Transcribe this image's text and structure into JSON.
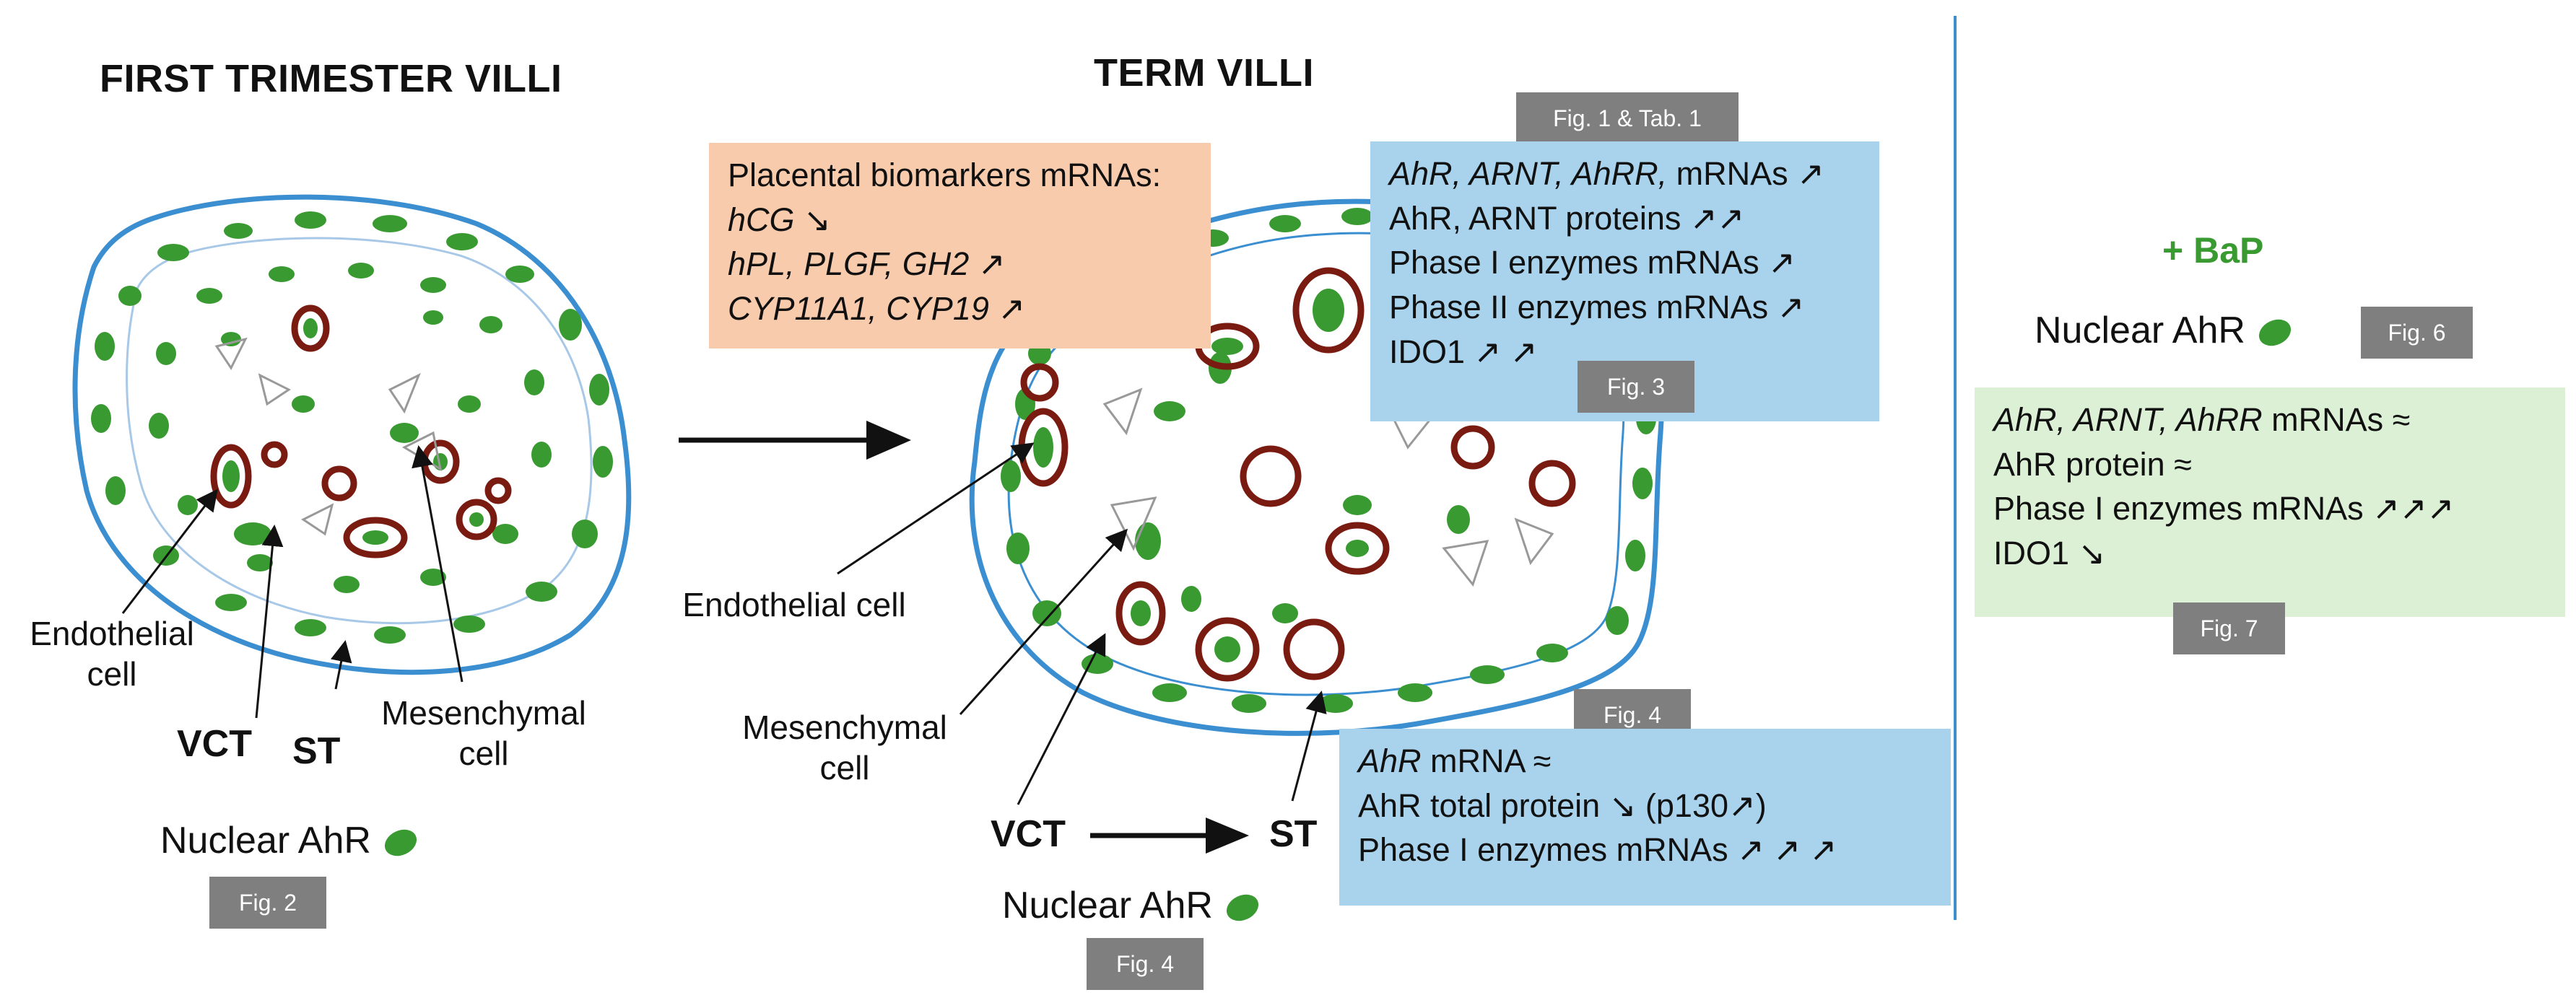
{
  "titles": {
    "first": "FIRST TRIMESTER VILLI",
    "term": "TERM VILLI",
    "bap": "+ BaP"
  },
  "first_labels": {
    "endothelial": "Endothelial cell",
    "vct": "VCT",
    "st": "ST",
    "mesenchymal": "Mesenchymal cell",
    "nuclear": "Nuclear AhR",
    "fig": "Fig. 2"
  },
  "term_labels": {
    "endothelial": "Endothelial cell",
    "mesenchymal": "Mesenchymal cell",
    "vct": "VCT",
    "st": "ST",
    "nuclear": "Nuclear AhR",
    "fig4_bottom": "Fig. 4",
    "fig4_box": "Fig. 4",
    "fig1": "Fig. 1 & Tab. 1",
    "fig3": "Fig. 3"
  },
  "orange_box": {
    "line1": "Placental biomarkers mRNAs:",
    "line2": "hCG ↘",
    "line3": "hPL, PLGF, GH2 ↗",
    "line4": "CYP11A1, CYP19 ↗"
  },
  "blue_box_top": {
    "l1_italic": "AhR, ARNT, AhRR,",
    "l1_rest": " mRNAs ↗",
    "l2": "AhR, ARNT proteins ↗↗",
    "l3": "Phase I enzymes mRNAs ↗",
    "l4": "Phase II enzymes mRNAs ↗",
    "l5": "IDO1 ↗ ↗"
  },
  "blue_box_bottom": {
    "l1_italic": "AhR",
    "l1_rest": " mRNA ≈",
    "l2": "AhR total protein ↘ (p130↗)",
    "l3": "Phase I enzymes mRNAs ↗ ↗ ↗"
  },
  "bap": {
    "nuclear": "Nuclear AhR",
    "fig6": "Fig. 6",
    "fig7": "Fig. 7"
  },
  "green_box": {
    "l1_italic": "AhR, ARNT, AhRR",
    "l1_rest": " mRNAs ≈",
    "l2": "AhR protein ≈",
    "l3": "Phase I enzymes mRNAs ↗↗↗",
    "l4": "IDO1 ↘"
  },
  "colors": {
    "nucleus": "#3a9a32",
    "membrane": "#3b8fd0",
    "vessel": "#7a1b12",
    "orange_box": "#f8cbad",
    "blue_box": "#a9d3ec",
    "green_box": "#dcf0d6",
    "badge": "#7f7f7f"
  }
}
